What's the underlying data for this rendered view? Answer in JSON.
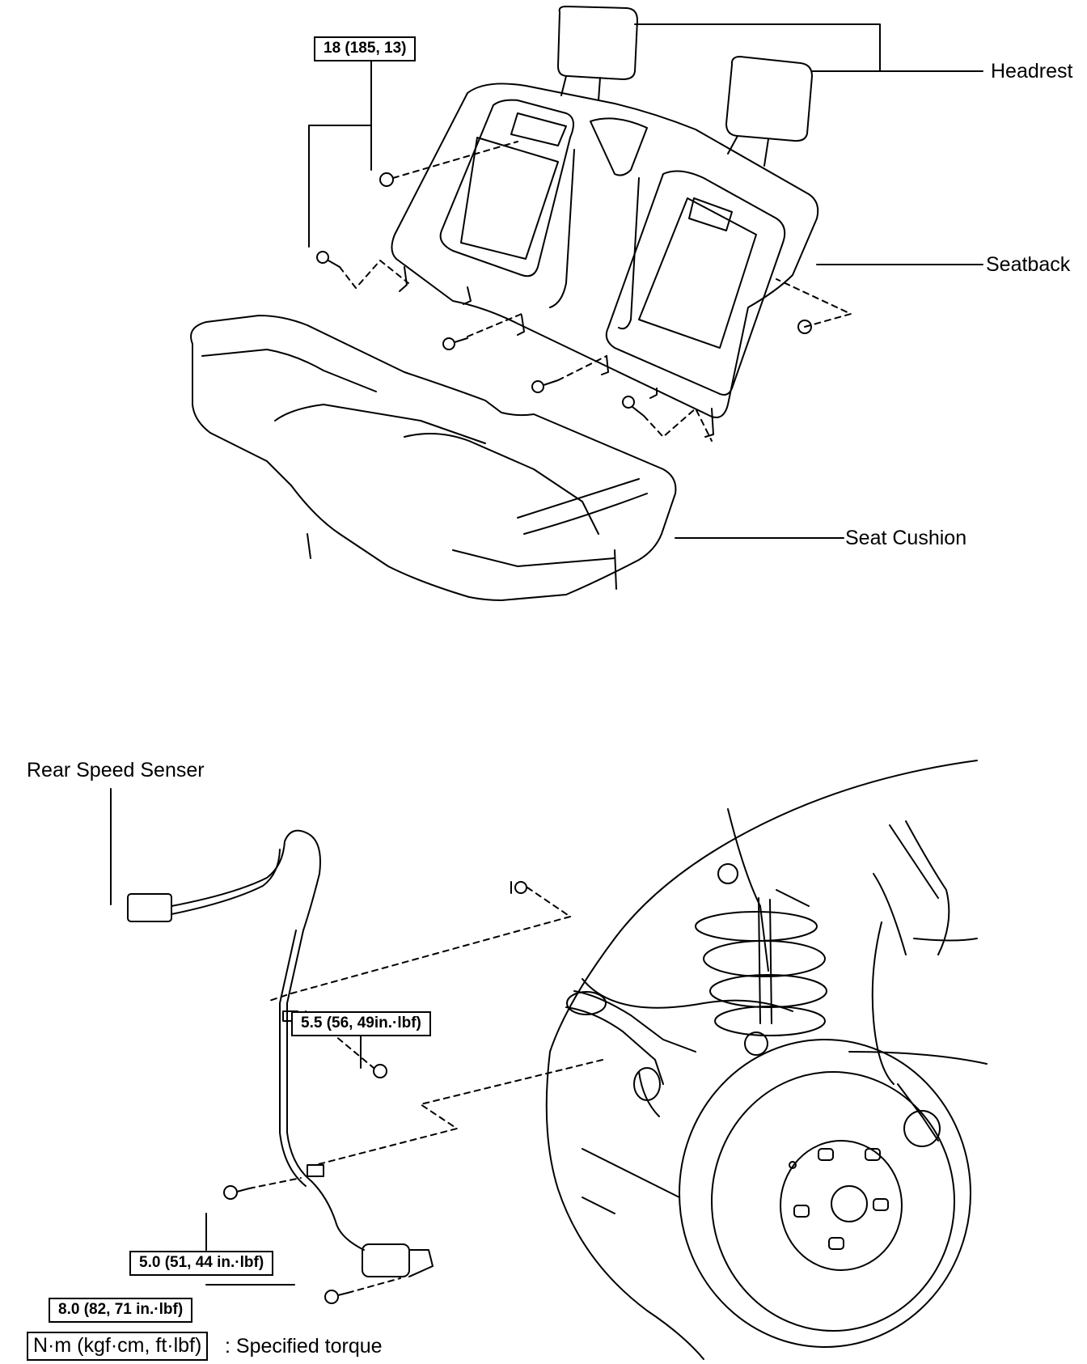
{
  "top_diagram": {
    "labels": {
      "headrest": "Headrest",
      "seatback": "Seatback",
      "seat_cushion": "Seat Cushion"
    },
    "torques": {
      "seatback_bolt": "18 (185, 13)"
    }
  },
  "bottom_diagram": {
    "labels": {
      "sensor": "Rear Speed Senser"
    },
    "torques": {
      "bracket_bolt": "5.5 (56, 49in.·lbf)",
      "clamp_bolt": "5.0 (51, 44 in.·lbf)",
      "sensor_bolt": "8.0 (82, 71 in.·lbf)"
    }
  },
  "legend": {
    "unit_box": "N·m (kgf·cm, ft·lbf)",
    "description": ": Specified torque"
  }
}
